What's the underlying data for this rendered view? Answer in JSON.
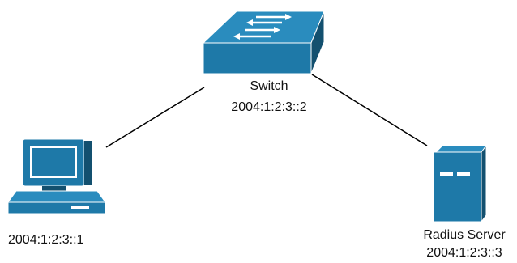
{
  "nodes": {
    "switch": {
      "label": "Switch",
      "ip": "2004:1:2:3::2"
    },
    "pc": {
      "ip": "2004:1:2:3::1"
    },
    "server": {
      "label": "Radius Server",
      "ip": "2004:1:2:3::3"
    }
  },
  "colors": {
    "device_blue": "#1e79a8",
    "device_dark": "#13506f",
    "device_light": "#2f8fc0",
    "line": "#000000"
  }
}
